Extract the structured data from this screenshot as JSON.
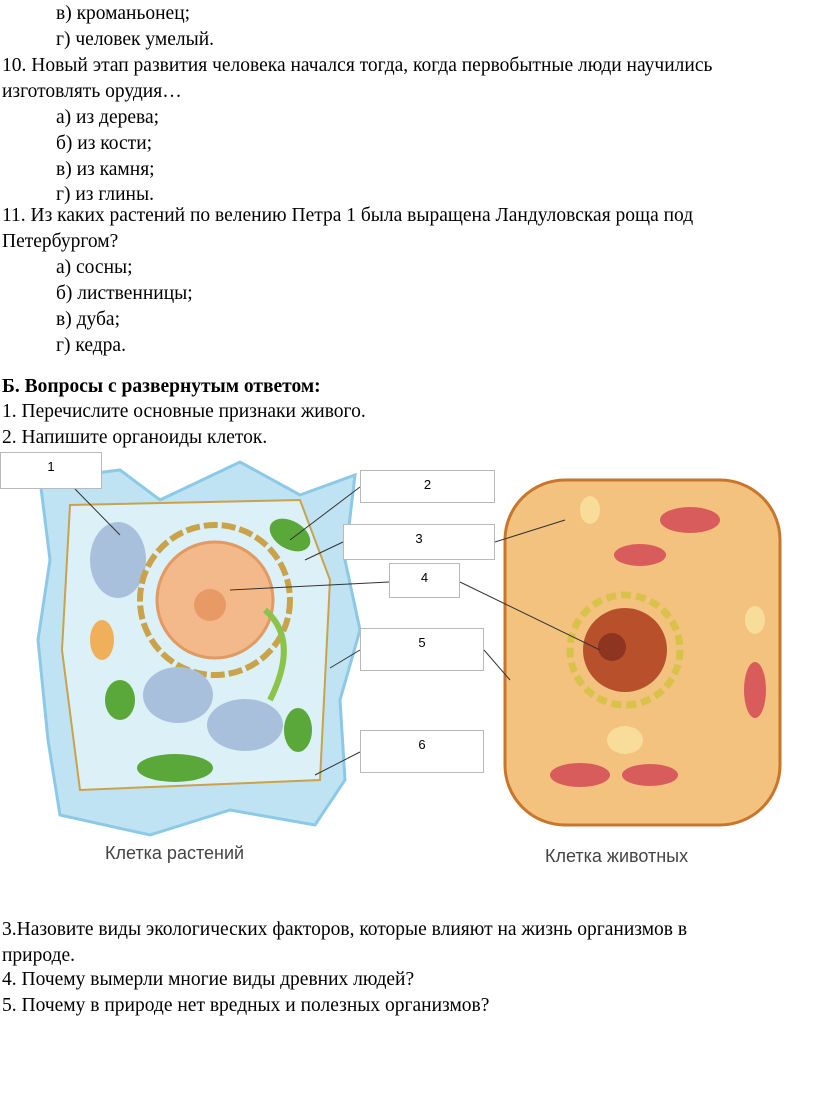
{
  "q9_options": [
    "в) кроманьонец;",
    "г) человек умелый."
  ],
  "q10": {
    "text_line1": "10. Новый этап развития человека начался тогда, когда первобытные люди научились",
    "text_line2": "изготовлять орудия…",
    "options": [
      "а) из дерева;",
      "б) из кости;",
      "в) из камня;",
      "г) из глины."
    ]
  },
  "q11": {
    "text_line1": "11. Из каких растений по велению Петра 1 была выращена Ландуловская роща под",
    "text_line2": "Петербургом?",
    "options": [
      "а) сосны;",
      "б) лиственницы;",
      "в) дуба;",
      "г) кедра."
    ]
  },
  "section_b": {
    "title": "Б.  Вопросы с развернутым ответом:",
    "q1": "1. Перечислите основные признаки живого.",
    "q2": "2. Напишите органоиды клеток."
  },
  "figure": {
    "labels": [
      "1",
      "2",
      "3",
      "4",
      "5",
      "6"
    ],
    "plant_caption": "Клетка растений",
    "animal_caption": "Клетка животных"
  },
  "bottom": {
    "q3_line1": "3.Назовите виды экологических факторов, которые влияют на жизнь организмов в",
    "q3_line2": "природе.",
    "q4": "4. Почему вымерли многие виды древних людей?",
    "q5": "5. Почему в природе нет вредных и полезных организмов?"
  }
}
